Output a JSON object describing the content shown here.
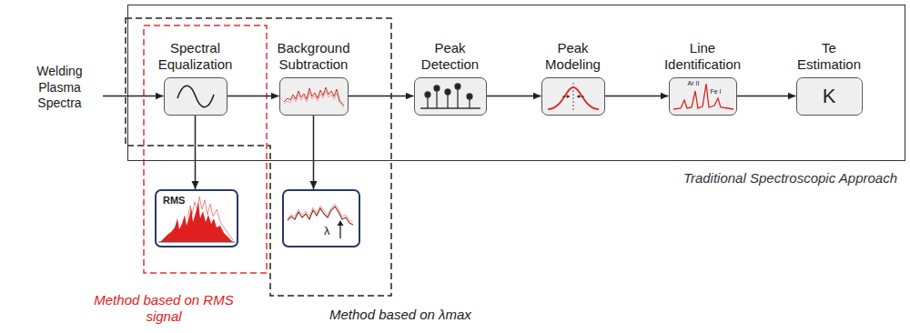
{
  "diagram": {
    "nodes": [
      {
        "text": [
          "Welding Plasma Spectra"
        ]
      },
      {
        "text": [
          "Traditional Spectroscopic Approach"
        ]
      },
      {
        "text": [
          "Spectral Equalization"
        ],
        "in": 1
      },
      {
        "text": [
          "Background Subtraction"
        ],
        "in": 1
      },
      {
        "text": [
          "Peak Detection"
        ],
        "in": 1
      },
      {
        "text": [
          "Peak Modeling"
        ],
        "in": 1
      },
      {
        "text": [
          "Line Identification",
          "Ar II",
          "Fe I"
        ],
        "in": 1
      },
      {
        "text": [
          "Te Estimation",
          "K"
        ],
        "in": 1
      },
      {
        "text": [
          "RMS"
        ]
      },
      {
        "text": [
          "λ"
        ]
      }
    ],
    "edges": [
      {
        "from": 0,
        "to": 2,
        "arrow": "to"
      },
      {
        "from": 2,
        "to": 3,
        "arrow": "to"
      },
      {
        "from": 3,
        "to": 4,
        "arrow": "to"
      },
      {
        "from": 4,
        "to": 5,
        "arrow": "to"
      },
      {
        "from": 5,
        "to": 6,
        "arrow": "to"
      },
      {
        "from": 6,
        "to": 7,
        "arrow": "to"
      },
      {
        "from": 2,
        "to": 8,
        "arrow": "to"
      },
      {
        "from": 3,
        "to": 9,
        "arrow": "to"
      }
    ],
    "labels": [
      "Method based on RMS signal",
      "Method based on λmax"
    ]
  }
}
